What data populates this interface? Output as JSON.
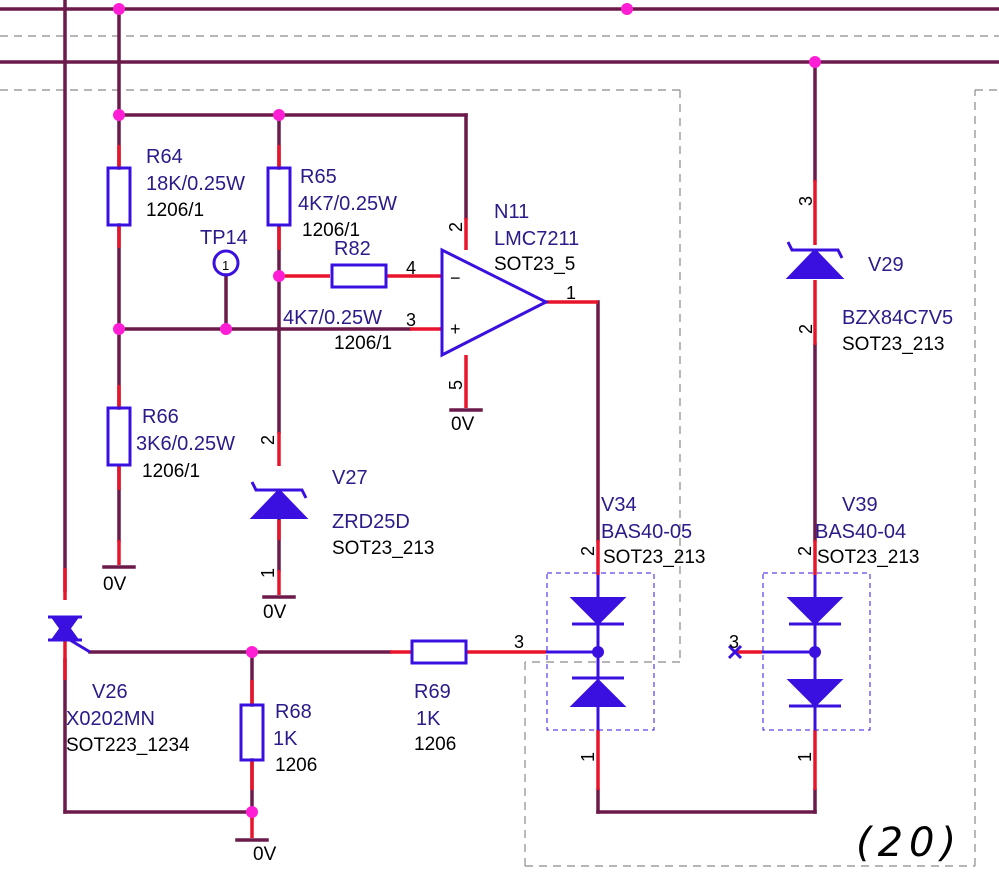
{
  "components": {
    "r64": {
      "ref": "R64",
      "value": "18K/0.25W",
      "package": "1206/1"
    },
    "r65": {
      "ref": "R65",
      "value": "4K7/0.25W",
      "package": "1206/1"
    },
    "r82": {
      "ref": "R82",
      "value": "4K7/0.25W",
      "package": "1206/1"
    },
    "r66": {
      "ref": "R66",
      "value": "3K6/0.25W",
      "package": "1206/1"
    },
    "r68": {
      "ref": "R68",
      "value": "1K",
      "package": "1206"
    },
    "r69": {
      "ref": "R69",
      "value": "1K",
      "package": "1206"
    },
    "tp14": {
      "ref": "TP14"
    },
    "n11": {
      "ref": "N11",
      "value": "LMC7211",
      "package": "SOT23_5"
    },
    "v27": {
      "ref": "V27",
      "value": "ZRD25D",
      "package": "SOT23_213"
    },
    "v29": {
      "ref": "V29",
      "value": "BZX84C7V5",
      "package": "SOT23_213"
    },
    "v34": {
      "ref": "V34",
      "value": "BAS40-05",
      "package": "SOT23_213"
    },
    "v39": {
      "ref": "V39",
      "value": "BAS40-04",
      "package": "SOT23_213"
    },
    "v26": {
      "ref": "V26",
      "value": "X0202MN",
      "package": "SOT223_1234"
    }
  },
  "pins": {
    "n11_p2": "2",
    "n11_p4": "4",
    "n11_p3": "3",
    "n11_p1": "1",
    "n11_p5": "5",
    "n11_minus": "−",
    "n11_plus": "+",
    "tp14_p1": "1",
    "v27_p2": "2",
    "v27_p1": "1",
    "v29_p3": "3",
    "v29_p2": "2",
    "v34_p2": "2",
    "v34_p3": "3",
    "v34_p1": "1",
    "v39_p2": "2",
    "v39_p3": "3",
    "v39_p1": "1"
  },
  "ground_labels": {
    "r66": "0V",
    "v27": "0V",
    "n11": "0V",
    "bottom": "0V"
  },
  "sheet_number": "(20)",
  "colors": {
    "wire": "#6b1a4a",
    "pin": "#e8142c",
    "component": "#3a10e0",
    "junction": "#ff1ed6",
    "boundary": "#8a8a8a"
  }
}
